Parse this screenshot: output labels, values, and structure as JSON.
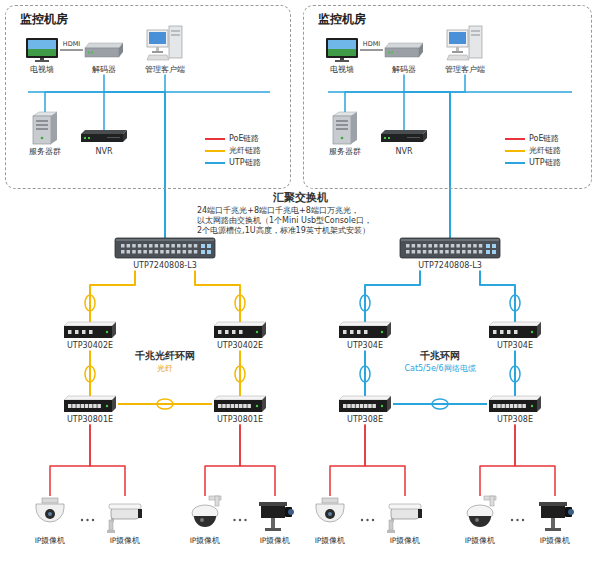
{
  "diagram": {
    "nodes": [
      {
        "text": [
          "监控机房"
        ]
      },
      {
        "text": [
          "电视墙"
        ],
        "in": 0
      },
      {
        "text": [
          "解码器"
        ],
        "in": 0
      },
      {
        "text": [
          "管理客户端"
        ],
        "in": 0
      },
      {
        "text": [
          "服务器群"
        ],
        "in": 0
      },
      {
        "text": [
          "NVR"
        ],
        "in": 0
      },
      {
        "text": [
          "监控机房"
        ]
      },
      {
        "text": [
          "电视墙"
        ],
        "in": 6
      },
      {
        "text": [
          "解码器"
        ],
        "in": 6
      },
      {
        "text": [
          "管理客户端"
        ],
        "in": 6
      },
      {
        "text": [
          "服务器群"
        ],
        "in": 6
      },
      {
        "text": [
          "NVR"
        ],
        "in": 6
      },
      {
        "text": [
          "UTP7240808-L3"
        ]
      },
      {
        "text": [
          "UTP7240808-L3"
        ]
      },
      {
        "text": [
          "UTP30402E"
        ]
      },
      {
        "text": [
          "UTP30402E"
        ]
      },
      {
        "text": [
          "UTP30801E"
        ]
      },
      {
        "text": [
          "UTP30801E"
        ]
      },
      {
        "text": [
          "UTP304E"
        ]
      },
      {
        "text": [
          "UTP304E"
        ]
      },
      {
        "text": [
          "UTP308E"
        ]
      },
      {
        "text": [
          "UTP308E"
        ]
      },
      {
        "text": [
          "IP摄像机"
        ]
      },
      {
        "text": [
          "IP摄像机"
        ]
      },
      {
        "text": [
          "IP摄像机"
        ]
      },
      {
        "text": [
          "IP摄像机"
        ]
      },
      {
        "text": [
          "IP摄像机"
        ]
      },
      {
        "text": [
          "IP摄像机"
        ]
      },
      {
        "text": [
          "IP摄像机"
        ]
      },
      {
        "text": [
          "IP摄像机"
        ]
      }
    ],
    "edges": [
      {
        "from": 1,
        "to": 2,
        "arrow": "none",
        "label": "HDMI"
      },
      {
        "from": 2,
        "to": 12,
        "arrow": "none"
      },
      {
        "from": 3,
        "to": 12,
        "arrow": "none"
      },
      {
        "from": 4,
        "to": 12,
        "arrow": "none"
      },
      {
        "from": 5,
        "to": 12,
        "arrow": "none"
      },
      {
        "from": 7,
        "to": 8,
        "arrow": "none",
        "label": "HDMI"
      },
      {
        "from": 8,
        "to": 13,
        "arrow": "none"
      },
      {
        "from": 9,
        "to": 13,
        "arrow": "none"
      },
      {
        "from": 10,
        "to": 13,
        "arrow": "none"
      },
      {
        "from": 11,
        "to": 13,
        "arrow": "none"
      },
      {
        "from": 12,
        "to": 14,
        "arrow": "none"
      },
      {
        "from": 12,
        "to": 15,
        "arrow": "none"
      },
      {
        "from": 14,
        "to": 16,
        "arrow": "none"
      },
      {
        "from": 15,
        "to": 17,
        "arrow": "none"
      },
      {
        "from": 16,
        "to": 17,
        "arrow": "none"
      },
      {
        "from": 16,
        "to": 22,
        "arrow": "none"
      },
      {
        "from": 16,
        "to": 23,
        "arrow": "none"
      },
      {
        "from": 17,
        "to": 24,
        "arrow": "none"
      },
      {
        "from": 17,
        "to": 25,
        "arrow": "none"
      },
      {
        "from": 13,
        "to": 18,
        "arrow": "none"
      },
      {
        "from": 13,
        "to": 19,
        "arrow": "none"
      },
      {
        "from": 18,
        "to": 20,
        "arrow": "none"
      },
      {
        "from": 19,
        "to": 21,
        "arrow": "none"
      },
      {
        "from": 20,
        "to": 21,
        "arrow": "none"
      },
      {
        "from": 20,
        "to": 26,
        "arrow": "none"
      },
      {
        "from": 20,
        "to": 27,
        "arrow": "none"
      },
      {
        "from": 21,
        "to": 28,
        "arrow": "none"
      },
      {
        "from": 21,
        "to": 29,
        "arrow": "none"
      }
    ],
    "labels": [
      "汇聚交换机",
      "24端口千兆光+8端口千兆电+8端口万兆光， 以太网路由交换机（1个Mini Usb型Console口， 2个电源槽位,1U高度，标准19英寸机架式安装）",
      "千兆光纤环网",
      "光纤",
      "千兆环网",
      "Cat5/5e/6网络电缆"
    ],
    "legend": [
      {
        "text": "PoE链路",
        "color": "#e8343a"
      },
      {
        "text": "光纤链路",
        "color": "#f5b800"
      },
      {
        "text": "UTP链路",
        "color": "#2aa5de"
      },
      {
        "text": "PoE链路",
        "color": "#e8343a"
      },
      {
        "text": "光纤链路",
        "color": "#f5b800"
      },
      {
        "text": "UTP链路",
        "color": "#2aa5de"
      }
    ]
  }
}
